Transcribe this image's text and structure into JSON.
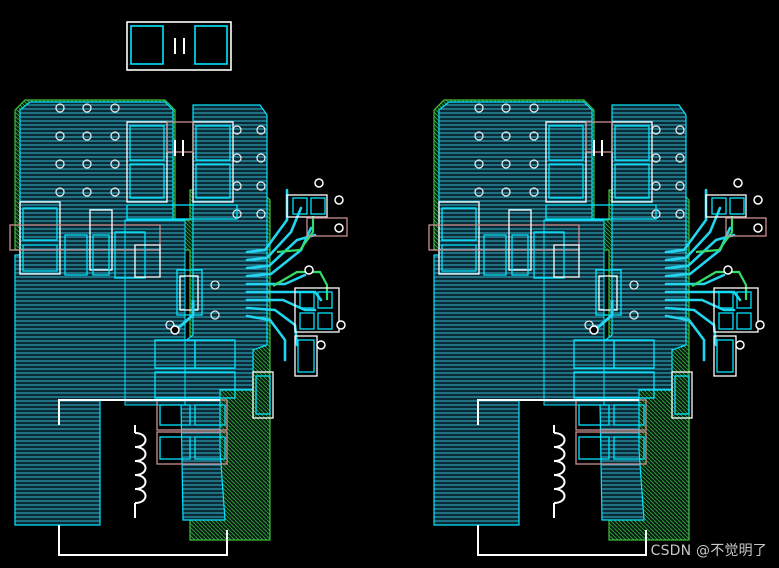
{
  "watermark": "CSDN @不觉明了",
  "colors": {
    "background": "#000000",
    "copper_top": "#00e5ff",
    "copper_fill": "#2aa8c4",
    "silkscreen": "#ffffff",
    "pad_outline": "#c98f8f",
    "ground_plane": "#3fbf3f",
    "route_green": "#33dd66"
  },
  "layout_views": [
    {
      "name": "pcb-layout-left",
      "has_mirror_component": true
    },
    {
      "name": "pcb-layout-right",
      "has_mirror_component": false
    }
  ]
}
